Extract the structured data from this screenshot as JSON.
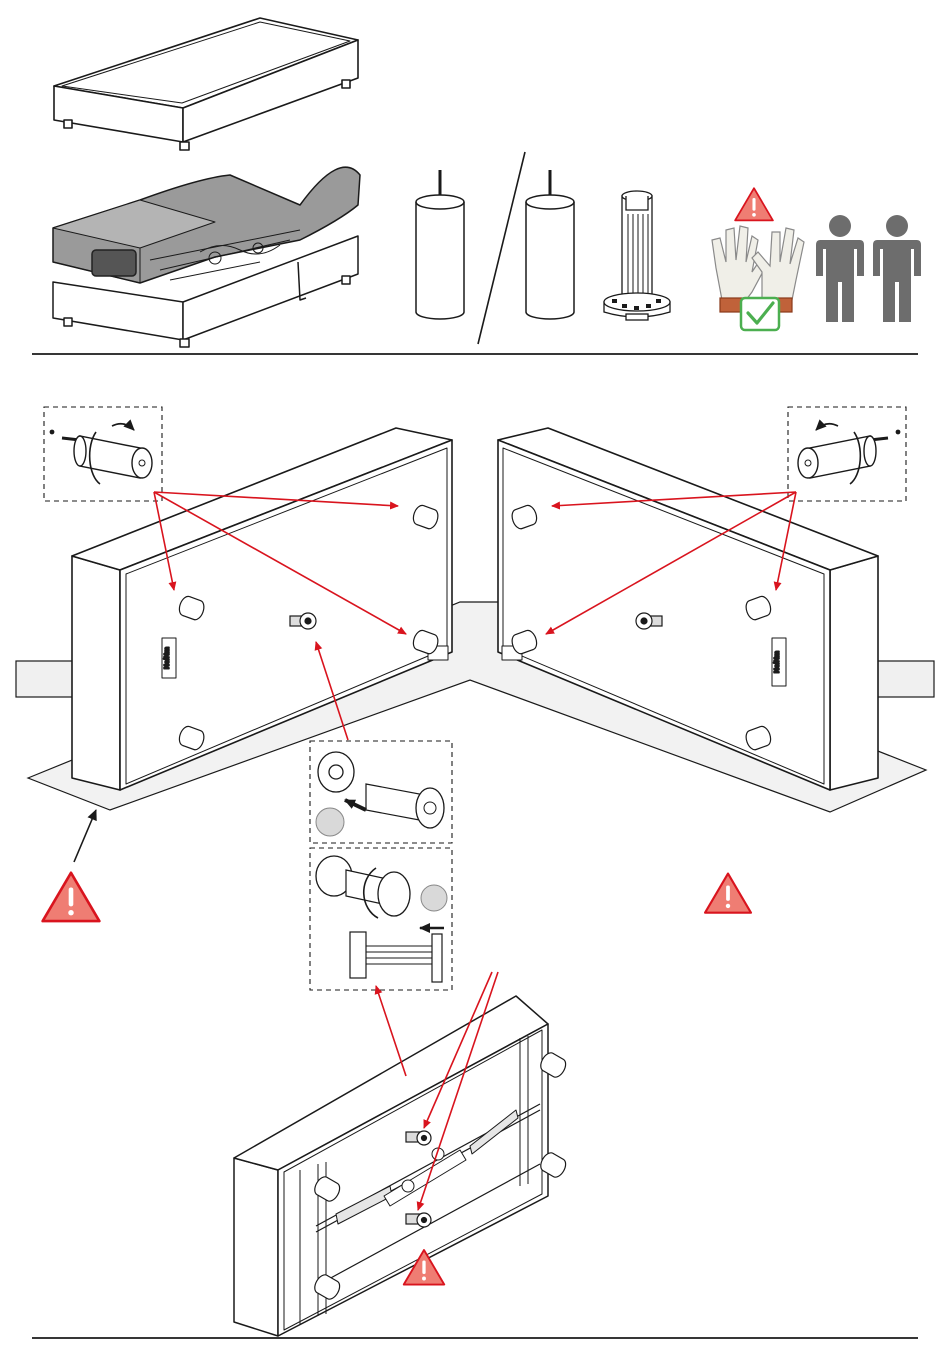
{
  "document": {
    "type": "assembly-instruction-sheet",
    "colors": {
      "line": "#1a1a1a",
      "arrow_red": "#d9141e",
      "warning_fill": "#ef7d73",
      "warning_stroke": "#d9141e",
      "person": "#6d6d6d",
      "mattress_gray": "#9a9a9a",
      "check_green": "#4caf50"
    },
    "icons": [
      "base-frame-illustration",
      "adjustable-bed-illustration",
      "cylindrical-leg-icon",
      "adjustable-foot-icon",
      "warning-icon",
      "gloves-icon",
      "person-icon"
    ],
    "frame_labels": {
      "left": "Ne/Nm",
      "right": "Ne/Nm"
    }
  }
}
